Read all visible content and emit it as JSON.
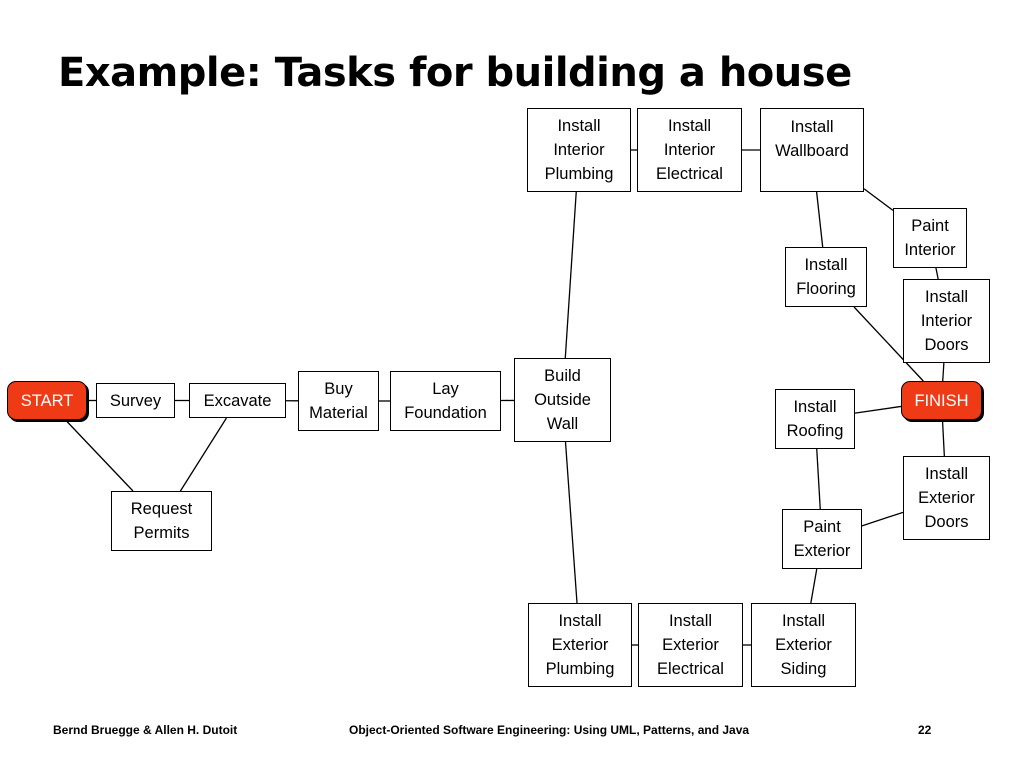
{
  "slide": {
    "title": "Example: Tasks for building a house"
  },
  "colors": {
    "milestone_fill": "#ef3a16",
    "line": "#000000"
  },
  "nodes": {
    "start": "START",
    "survey": "Survey",
    "excavate": "Excavate",
    "request_permits": "Request\nPermits",
    "buy_material": "Buy\nMaterial",
    "lay_foundation": "Lay\nFoundation",
    "build_outside_wall": "Build\nOutside\nWall",
    "install_interior_plumbing": "Install\nInterior\nPlumbing",
    "install_interior_electrical": "Install\nInterior\nElectrical",
    "install_wallboard": "Install\nWallboard",
    "paint_interior": "Paint\nInterior",
    "install_flooring": "Install\nFlooring",
    "install_interior_doors": "Install\nInterior\nDoors",
    "finish": "FINISH",
    "install_roofing": "Install\nRoofing",
    "install_exterior_doors": "Install\nExterior\nDoors",
    "paint_exterior": "Paint\nExterior",
    "install_exterior_plumbing": "Install\nExterior\nPlumbing",
    "install_exterior_electrical": "Install\nExterior\nElectrical",
    "install_exterior_siding": "Install\nExterior\nSiding"
  },
  "edges": [
    [
      "start",
      "survey"
    ],
    [
      "survey",
      "excavate"
    ],
    [
      "start",
      "request_permits"
    ],
    [
      "request_permits",
      "excavate"
    ],
    [
      "excavate",
      "buy_material"
    ],
    [
      "buy_material",
      "lay_foundation"
    ],
    [
      "lay_foundation",
      "build_outside_wall"
    ],
    [
      "build_outside_wall",
      "install_interior_plumbing"
    ],
    [
      "install_interior_plumbing",
      "install_interior_electrical"
    ],
    [
      "install_interior_electrical",
      "install_wallboard"
    ],
    [
      "install_wallboard",
      "paint_interior"
    ],
    [
      "install_wallboard",
      "install_flooring"
    ],
    [
      "paint_interior",
      "install_interior_doors"
    ],
    [
      "install_flooring",
      "finish"
    ],
    [
      "install_interior_doors",
      "finish"
    ],
    [
      "build_outside_wall",
      "install_exterior_plumbing"
    ],
    [
      "install_exterior_plumbing",
      "install_exterior_electrical"
    ],
    [
      "install_exterior_electrical",
      "install_exterior_siding"
    ],
    [
      "install_exterior_siding",
      "paint_exterior"
    ],
    [
      "paint_exterior",
      "install_roofing"
    ],
    [
      "install_roofing",
      "finish"
    ],
    [
      "paint_exterior",
      "install_exterior_doors"
    ],
    [
      "install_exterior_doors",
      "finish"
    ]
  ],
  "footer": {
    "authors": "Bernd Bruegge & Allen H. Dutoit",
    "book_title": "Object-Oriented Software Engineering: Using UML, Patterns, and Java",
    "page_number": "22"
  }
}
